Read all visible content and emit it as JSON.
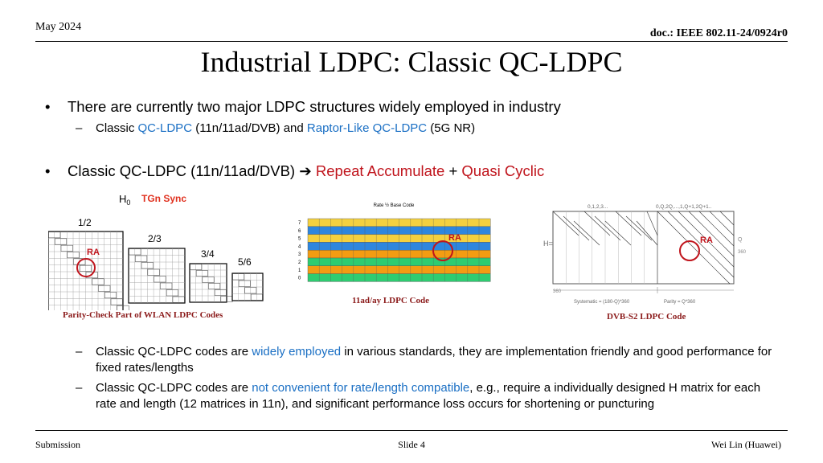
{
  "header": {
    "date": "May 2024",
    "doc_id": "doc.: IEEE 802.11-24/0924r0"
  },
  "title": "Industrial LDPC: Classic QC-LDPC",
  "bullet1": {
    "text": "There are currently two major LDPC structures widely employed in industry"
  },
  "sub1": {
    "pre": "Classic ",
    "link1": "QC-LDPC",
    "mid": " (11n/11ad/DVB) and ",
    "link2": "Raptor-Like QC-LDPC",
    "post": " (5G NR)"
  },
  "bullet2": {
    "pre": "Classic QC-LDPC (11n/11ad/DVB) ",
    "arrow": "➔",
    "ra": "Repeat Accumulate",
    "plus": " + ",
    "qc": "Quasi Cyclic"
  },
  "fig1": {
    "h0": "H",
    "h0_sub": "0",
    "tgn": "TGn Sync",
    "r12": "1/2",
    "r23": "2/3",
    "r34": "3/4",
    "r56": "5/6",
    "ra": "RA",
    "caption": "Parity-Check Part of WLAN LDPC Codes"
  },
  "fig2": {
    "title": "Rate ½ Base Code",
    "rows": [
      "7",
      "6",
      "5",
      "4",
      "3",
      "2",
      "1",
      "0"
    ],
    "ra": "RA",
    "caption": "11ad/ay LDPC Code"
  },
  "fig3": {
    "top_left": "0,1,2,3...",
    "top_right": "0,Q,2Q,...,1,Q+1,2Q+1..",
    "h_label": "H=",
    "q_label": "Q",
    "dim_360_right": "360",
    "dim_360_bottom": "360",
    "systematic": "Systematic = (180-Q)*360",
    "parity": "Parity = Q*360",
    "ra": "RA",
    "caption": "DVB-S2 LDPC Code"
  },
  "sub2": {
    "pre": "Classic QC-LDPC codes are ",
    "hl": "widely employed",
    "post": " in various standards, they are implementation friendly and good performance for fixed rates/lengths"
  },
  "sub3": {
    "pre": "Classic QC-LDPC codes are ",
    "hl": "not convenient for rate/length compatible",
    "post": ", e.g., require a individually designed H matrix for each rate and length (12 matrices in 11n), and significant performance loss occurs for shortening or puncturing"
  },
  "footer": {
    "left": "Submission",
    "center": "Slide 4",
    "right": "Wei Lin (Huawei)"
  },
  "colors": {
    "highlight_blue": "#1a6fc4",
    "highlight_red": "#c0141c",
    "ra_red": "#c0141c"
  }
}
